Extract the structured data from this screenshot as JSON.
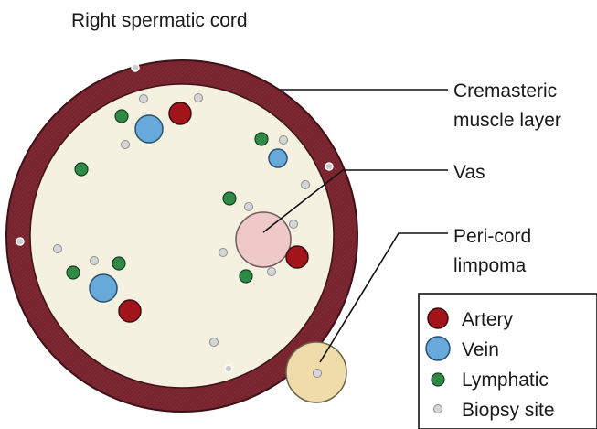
{
  "title": "Right spermatic cord",
  "labels": {
    "cremasteric_line1": "Cremasteric",
    "cremasteric_line2": "muscle layer",
    "vas": "Vas",
    "pericord_line1": "Peri-cord",
    "pericord_line2": "limpoma"
  },
  "legend": {
    "artery": "Artery",
    "vein": "Vein",
    "lymphatic": "Lymphatic",
    "biopsy": "Biopsy site"
  },
  "colors": {
    "muscle": "#7d2732",
    "interior": "#f4f1e1",
    "artery": "#a3141b",
    "vein": "#68a9dc",
    "lymphatic": "#2f8a45",
    "biopsy": "#cccccc",
    "vas": "#efc8c8",
    "lipoma": "#efdcaa"
  }
}
